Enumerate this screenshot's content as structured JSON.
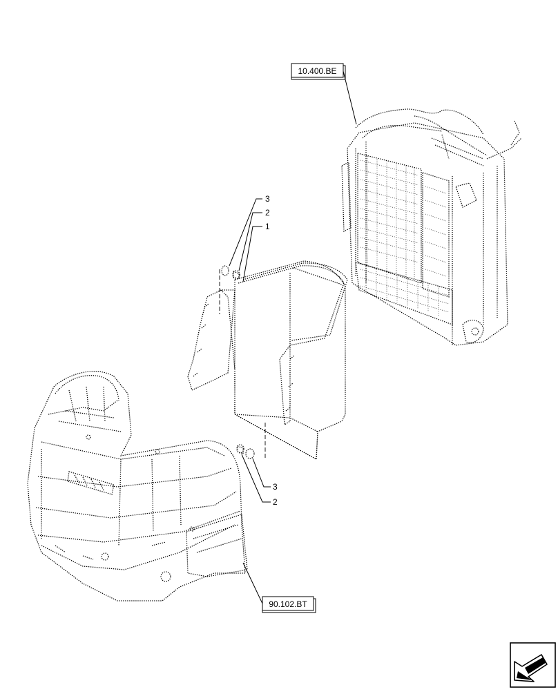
{
  "callouts": {
    "part_1": "1",
    "part_2_top": "2",
    "part_3_top": "3",
    "part_2_bottom": "2",
    "part_3_bottom": "3"
  },
  "references": {
    "top_reference": "10.400.BE",
    "bottom_reference": "90.102.BT"
  },
  "icons": {
    "navigation": "arrow-icon"
  }
}
